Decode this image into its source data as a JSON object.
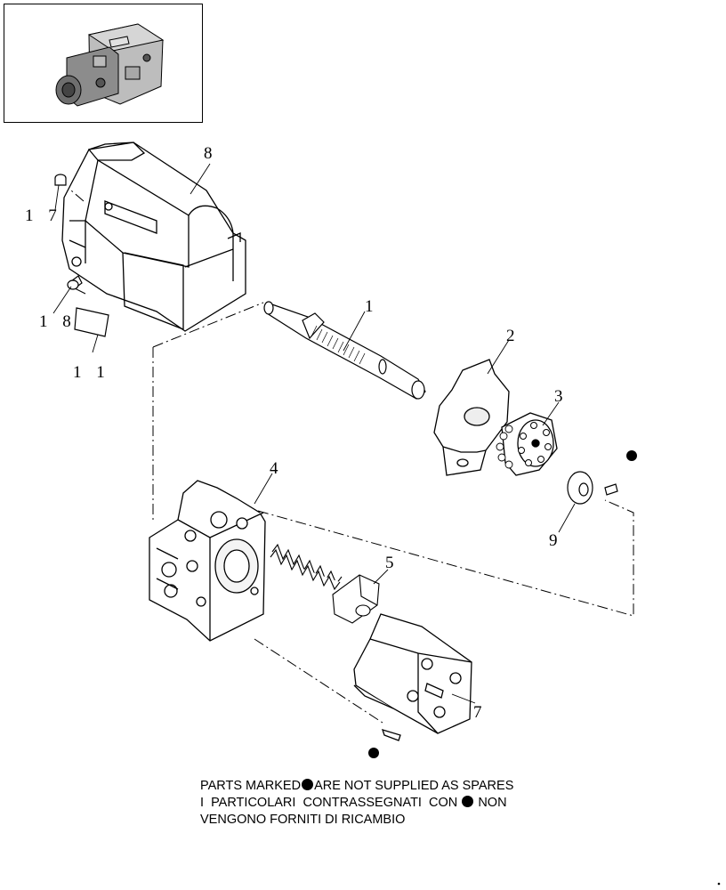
{
  "thumbnail": {
    "icon": "hydraulic-pump-assembly"
  },
  "callouts": {
    "c1": "1",
    "c2": "2",
    "c3": "3",
    "c4": "4",
    "c5": "5",
    "c7": "7",
    "c8": "8",
    "c9": "9",
    "c11": "1 1",
    "c17": "1 7",
    "c18": "1 8"
  },
  "note": {
    "line1_before": "PARTS MARKED",
    "line1_after": "ARE NOT SUPPLIED AS SPARES",
    "line2_before": "I  PARTICOLARI  CONTRASSEGNATI  CON",
    "line2_after": "NON",
    "line3": "VENGONO FORNITI DI RICAMBIO"
  },
  "colors": {
    "ink": "#000000",
    "paper": "#ffffff",
    "shade": "#8a8a8a"
  }
}
